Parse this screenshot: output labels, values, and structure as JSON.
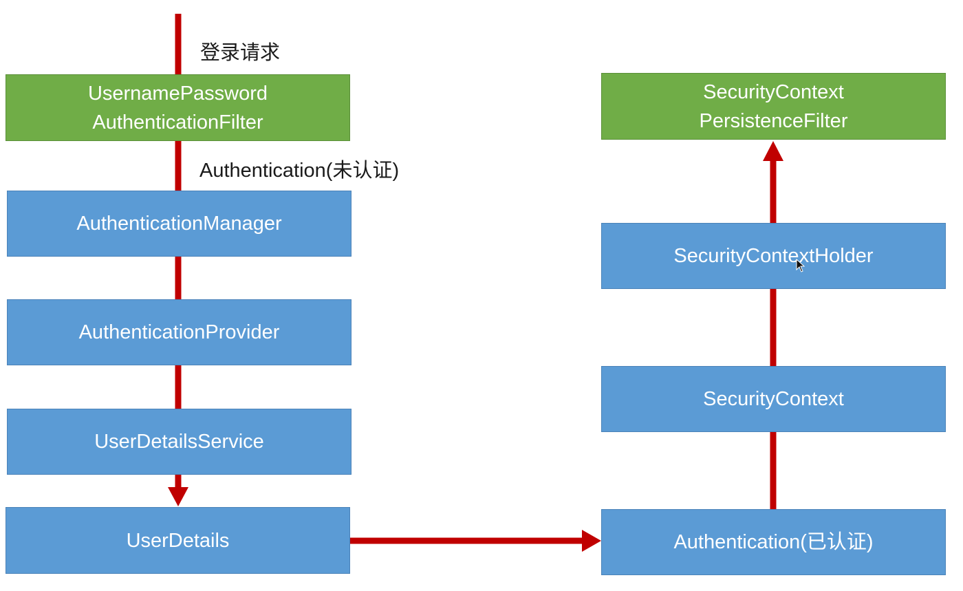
{
  "labels": {
    "login_request": "登录请求",
    "auth_unverified": "Authentication(未认证)"
  },
  "left_column": {
    "filter": [
      "UsernamePassword",
      "AuthenticationFilter"
    ],
    "manager": "AuthenticationManager",
    "provider": "AuthenticationProvider",
    "user_details_service": "UserDetailsService",
    "user_details": "UserDetails"
  },
  "right_column": {
    "persistence_filter": [
      "SecurityContext",
      "PersistenceFilter"
    ],
    "context_holder": "SecurityContextHolder",
    "security_context": "SecurityContext",
    "auth_verified": "Authentication(已认证)"
  },
  "colors": {
    "filter_green": "#70ad47",
    "component_blue": "#5b9bd5",
    "arrow_red": "#c00000"
  }
}
